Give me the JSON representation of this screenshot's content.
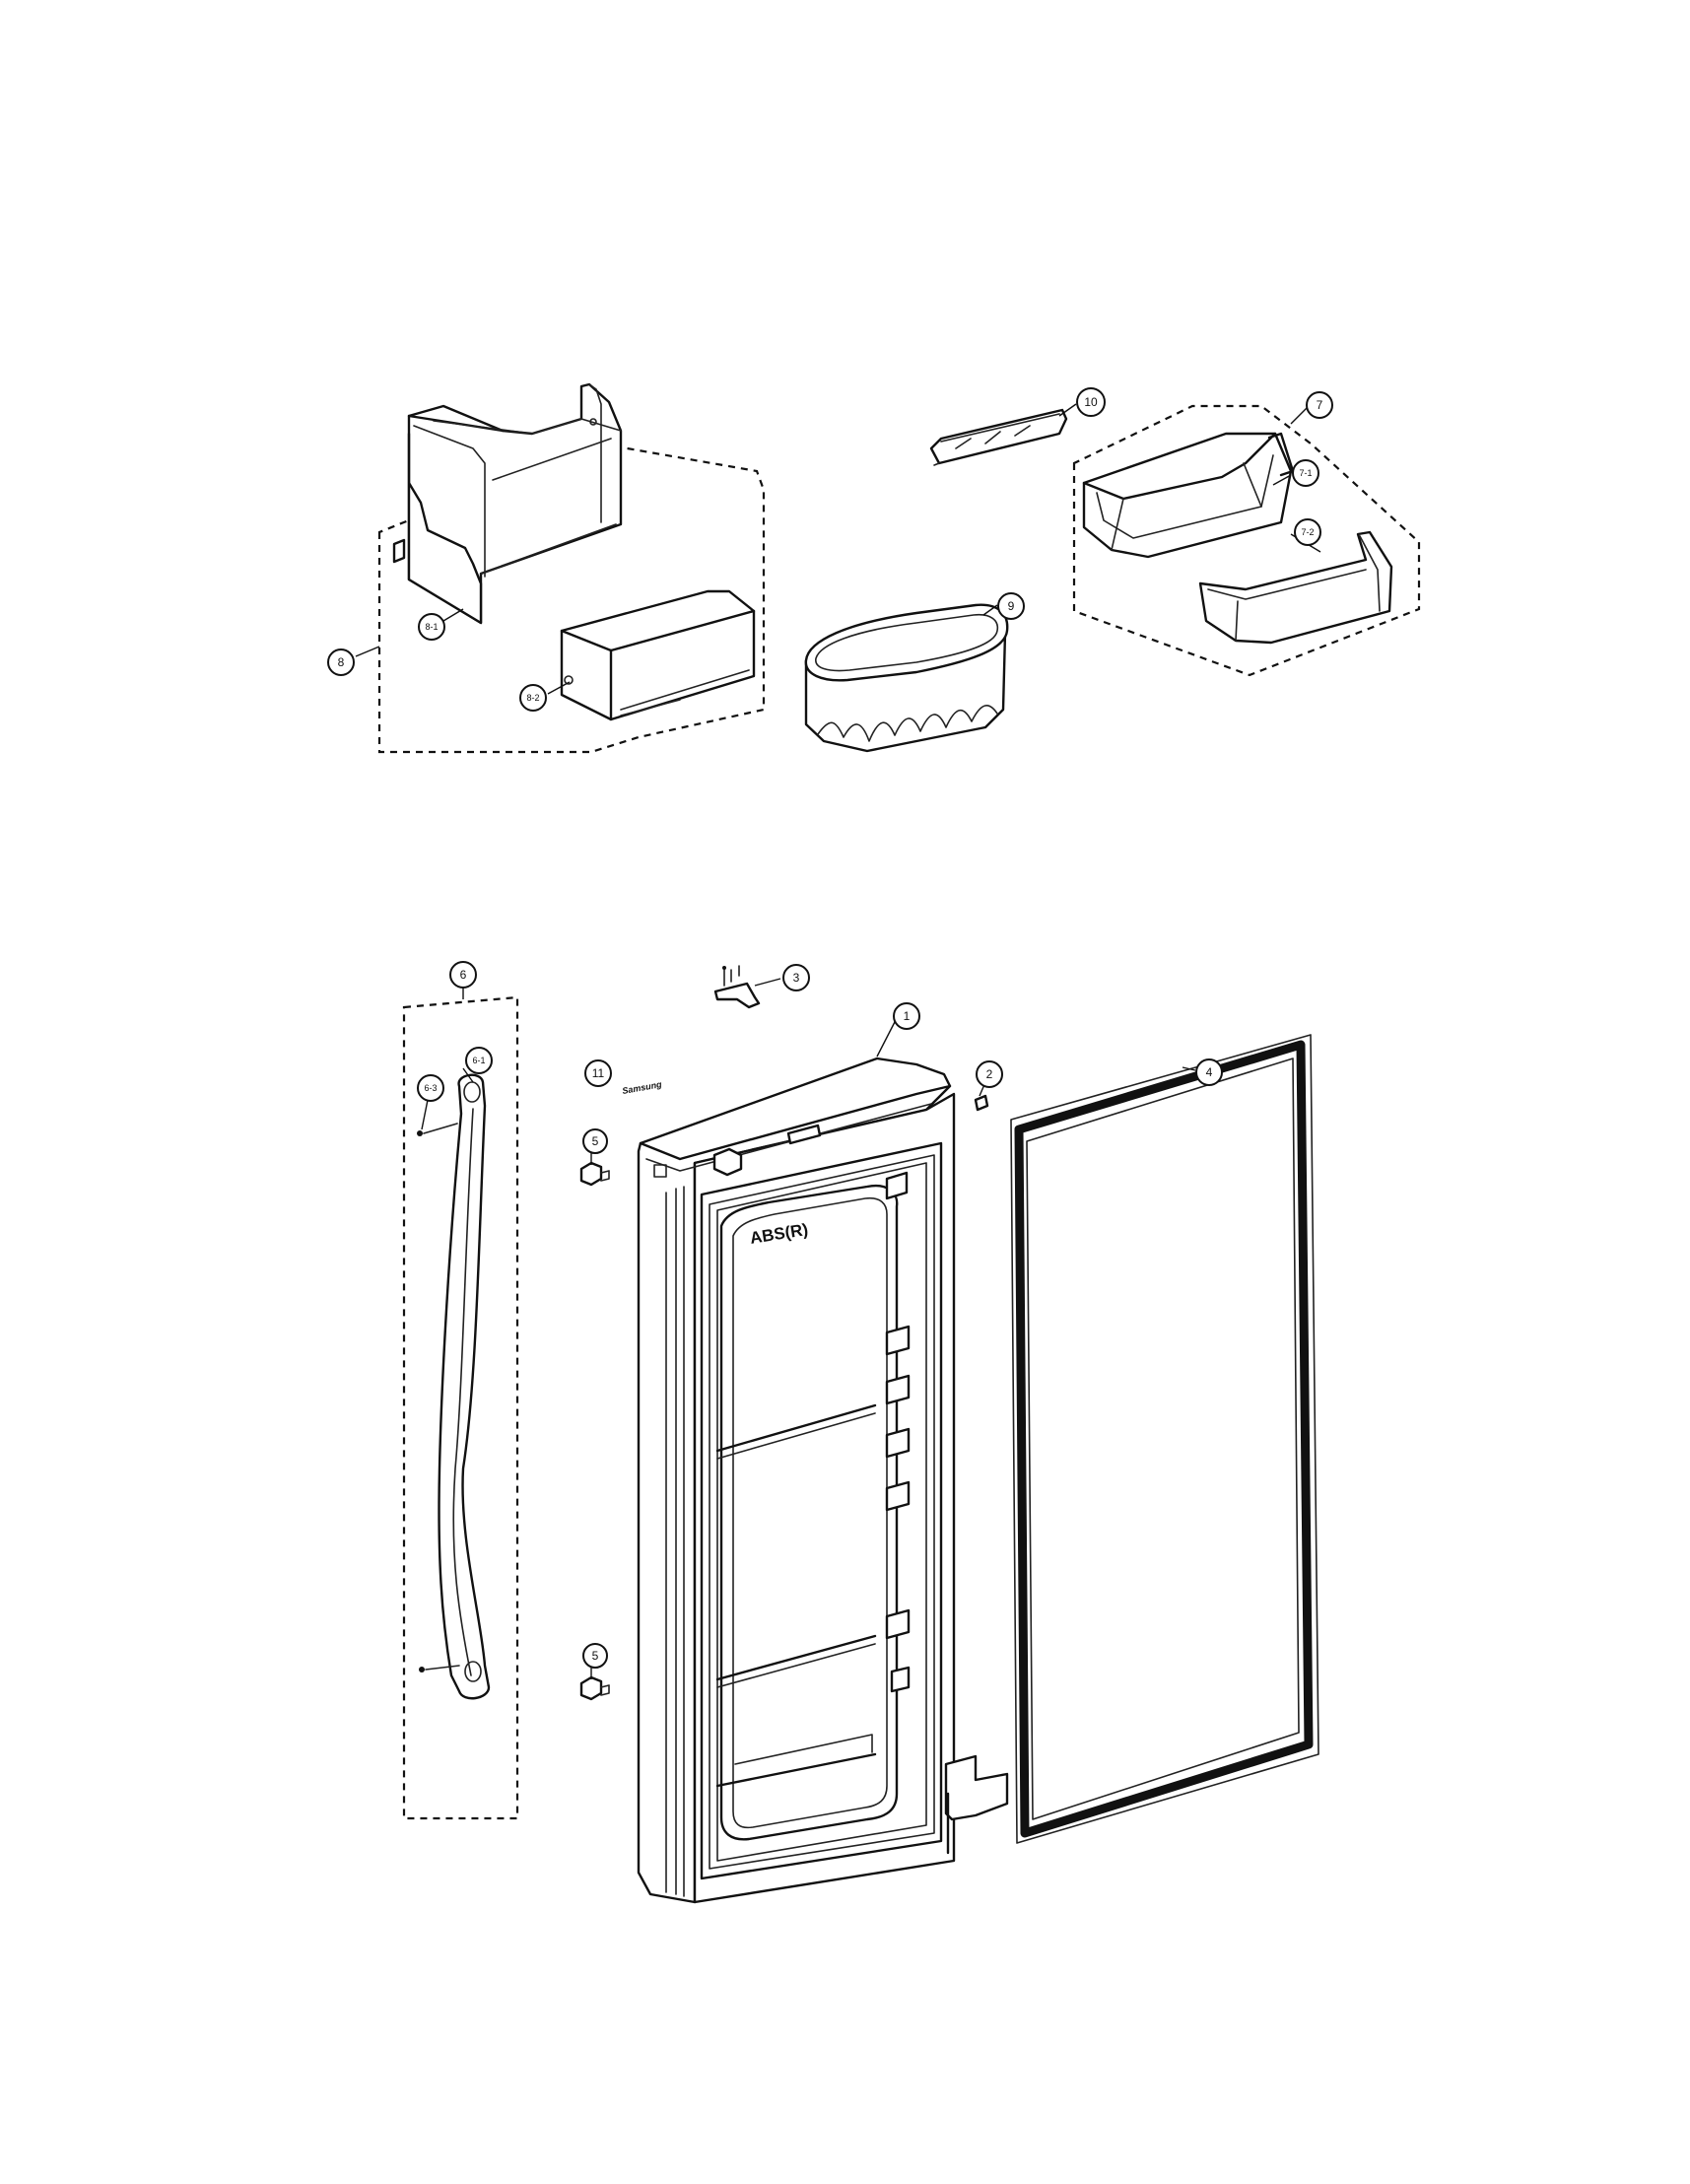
{
  "diagram": {
    "callouts": {
      "c1": "1",
      "c2": "2",
      "c3": "3",
      "c4": "4",
      "c5a": "5",
      "c5b": "5",
      "c6": "6",
      "c6_1": "6-1",
      "c6_3": "6-3",
      "c7": "7",
      "c7_1": "7-1",
      "c7_2": "7-2",
      "c8": "8",
      "c8_1": "8-1",
      "c8_2": "8-2",
      "c9": "9",
      "c10": "10",
      "c11": "11"
    },
    "embossed_label": "ABS(R)",
    "small_part_text": "Samsung"
  }
}
